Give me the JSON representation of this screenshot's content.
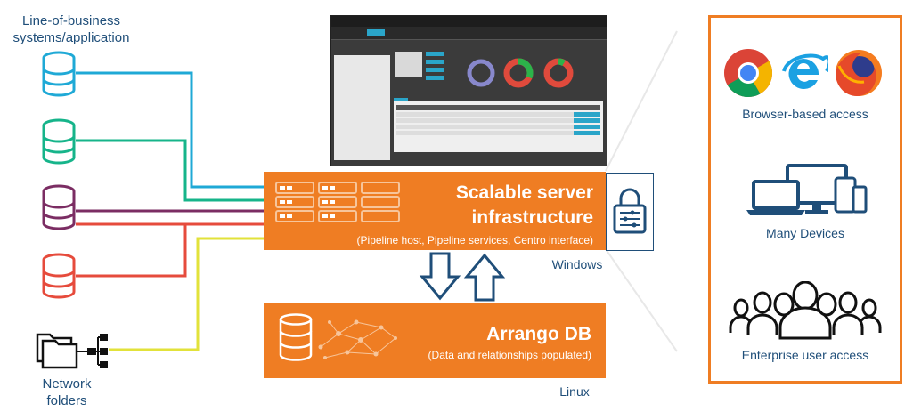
{
  "left": {
    "lob_label": "Line-of-business systems/application",
    "network_label": "Network folders",
    "db_colors": [
      "#1fa9d6",
      "#16b48a",
      "#7b2d63",
      "#e64b3c"
    ],
    "folder_line_color": "#e2e23a"
  },
  "server": {
    "title_line1": "Scalable server",
    "title_line2": "infrastructure",
    "subtitle": "(Pipeline host, Pipeline services, Centro interface)",
    "os_label": "Windows",
    "lock_icon": "lock-icon"
  },
  "database": {
    "title": "Arrango DB",
    "subtitle": "(Data and relationships populated)",
    "os_label": "Linux"
  },
  "right_panel": {
    "items": [
      {
        "label": "Browser-based access",
        "icon": "browser-icons"
      },
      {
        "label": "Many Devices",
        "icon": "devices-icon"
      },
      {
        "label": "Enterprise user access",
        "icon": "users-icon"
      }
    ]
  },
  "colors": {
    "orange": "#ef7d23",
    "navy": "#1f4e79",
    "panel_border": "#ef7d23"
  }
}
